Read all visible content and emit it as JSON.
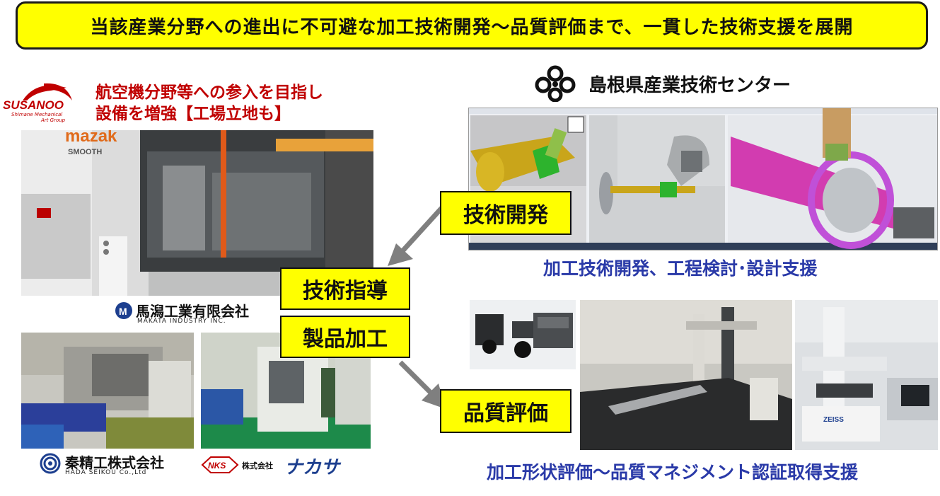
{
  "banner": {
    "title": "当該産業分野への進出に不可避な加工技術開発～品質評価まで、一貫した技術支援を展開"
  },
  "left": {
    "headline_1": "航空機分野等への参入を目指し",
    "headline_2": "設備を増強【工場立地も】",
    "susanoo_logo": {
      "word": "SUSANOO",
      "sub1": "Shimane Mechanical",
      "sub2": "Art Group"
    },
    "machine_brand": {
      "line1": "mazak",
      "line2": "SMOOTH"
    },
    "makata": {
      "name": "馬潟工業有限会社",
      "en": "MAKATA INDUSTRY INC."
    },
    "hada": {
      "name": "秦精工株式会社",
      "en": "HADA SEIKOU Co.,Ltd"
    },
    "nakasa": {
      "emblem": "NKS",
      "prefix": "株式会社",
      "name": "ナカサ"
    }
  },
  "center": {
    "box_dev": "技術開発",
    "box_guidance": "技術指導",
    "box_processing": "製品加工",
    "box_quality": "品質評価"
  },
  "right": {
    "center_name": "島根県産業技術センター",
    "caption_top": "加工技術開発、工程検討･設計支援",
    "caption_bottom": "加工形状評価～品質マネジメント認証取得支援",
    "cmm_brand": "ZEISS"
  },
  "colors": {
    "banner": "#ffff00",
    "red": "#c00000",
    "blue": "#2a3aa8",
    "arrow": "#7f7f7f"
  },
  "icons": [
    "center-logo-icon",
    "makata-logo-icon",
    "hada-logo-icon",
    "nks-emblem-icon",
    "arrow-icon"
  ]
}
